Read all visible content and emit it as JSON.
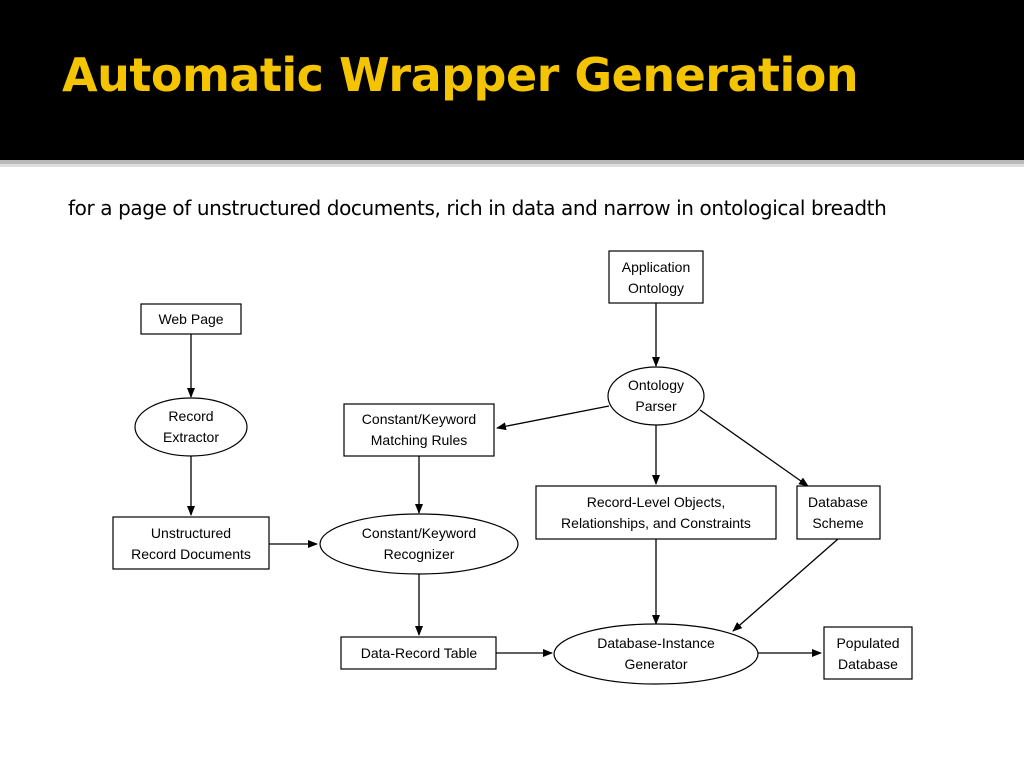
{
  "slide": {
    "title": "Automatic Wrapper Generation",
    "subtitle": "for a page of unstructured documents, rich in data and narrow in ontological breadth",
    "accent_color": "#f5c400",
    "header_color": "#000000"
  },
  "nodes": {
    "application_ontology": [
      "Application",
      "Ontology"
    ],
    "web_page": [
      "Web Page"
    ],
    "ontology_parser": [
      "Ontology",
      "Parser"
    ],
    "record_extractor": [
      "Record",
      "Extractor"
    ],
    "matching_rules": [
      "Constant/Keyword",
      "Matching Rules"
    ],
    "unstructured_docs": [
      "Unstructured",
      "Record Documents"
    ],
    "recognizer": [
      "Constant/Keyword",
      "Recognizer"
    ],
    "record_level_objects": [
      "Record-Level Objects,",
      "Relationships, and Constraints"
    ],
    "database_scheme": [
      "Database",
      "Scheme"
    ],
    "data_record_table": [
      "Data-Record Table"
    ],
    "instance_generator": [
      "Database-Instance",
      "Generator"
    ],
    "populated_database": [
      "Populated",
      "Database"
    ]
  }
}
